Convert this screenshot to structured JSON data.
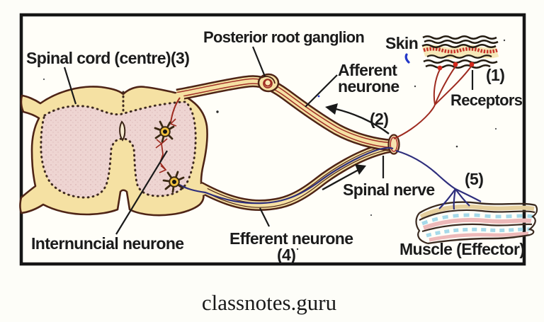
{
  "watermark": "classnotes.guru",
  "labels": {
    "spinal_cord": "Spinal cord (centre)(3)",
    "posterior_root_ganglion": "Posterior root ganglion",
    "skin": "Skin",
    "afferent_neurone": {
      "line1": "Afferent",
      "line2": "neurone"
    },
    "num1": "(1)",
    "num2": "(2)",
    "receptors": "Receptors",
    "spinal_nerve": "Spinal nerve",
    "num5": "(5)",
    "efferent_neurone": "Efferent neurone",
    "num4": "(4)",
    "internuncial_neurone": "Internuncial neurone",
    "muscle": "Muscle (Effector)"
  },
  "colors": {
    "cord_fill": "#f5e1a3",
    "cord_outline": "#4e2416",
    "grey_matter": "#eed5d2",
    "fiber_red": "#9e2b20",
    "fiber_blue": "#2e2e7c",
    "neuron_body": "#f1c13d",
    "receptor_red": "#d3281c",
    "skin_band_red": "#c8342a",
    "skin_band_cream": "#f6e8b8",
    "muscle_tan": "#e5cf9d",
    "muscle_pink": "#edb9b9",
    "muscle_blue": "#a5d9e9"
  }
}
